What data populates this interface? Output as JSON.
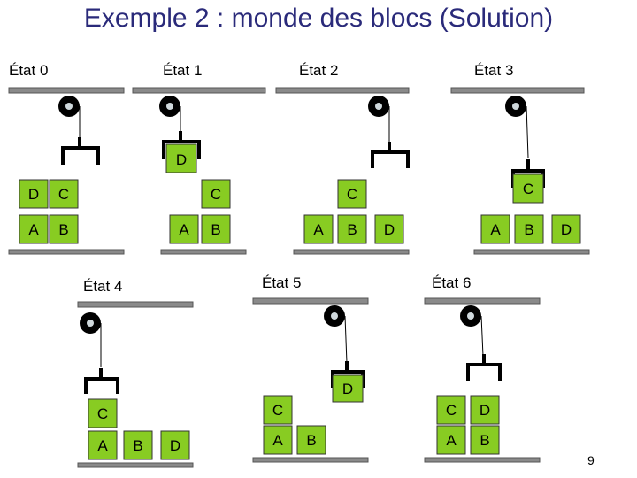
{
  "title": "Exemple 2 : monde des blocs (Solution)",
  "slide_number": "9",
  "colors": {
    "block": "#88cc22",
    "bar": "#8a8a8a",
    "title": "#2a2a7a"
  },
  "states": {
    "s0": {
      "label": "État 0",
      "blocks": [
        "D",
        "C",
        "A",
        "B"
      ]
    },
    "s1": {
      "label": "État 1",
      "blocks": [
        "D",
        "C",
        "A",
        "B"
      ]
    },
    "s2": {
      "label": "État 2",
      "blocks": [
        "C",
        "A",
        "B",
        "D"
      ]
    },
    "s3": {
      "label": "État 3",
      "blocks": [
        "C",
        "A",
        "B",
        "D"
      ]
    },
    "s4": {
      "label": "État 4",
      "blocks": [
        "C",
        "A",
        "B",
        "D"
      ]
    },
    "s5": {
      "label": "État 5",
      "blocks": [
        "D",
        "C",
        "A",
        "B"
      ]
    },
    "s6": {
      "label": "État 6",
      "blocks": [
        "C",
        "D",
        "A",
        "B"
      ]
    }
  }
}
